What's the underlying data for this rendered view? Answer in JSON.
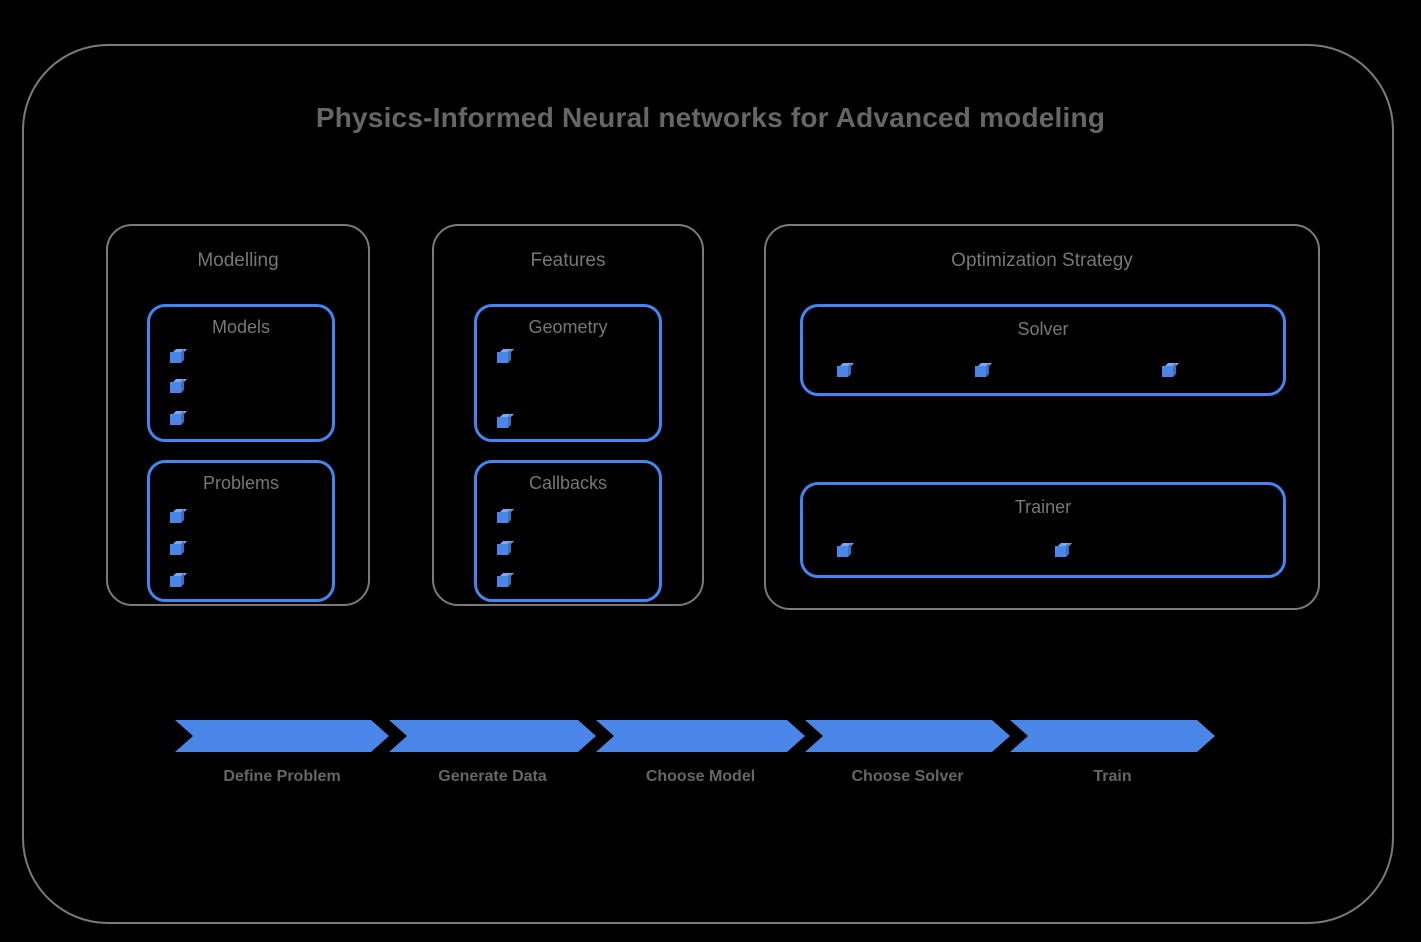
{
  "diagram": {
    "title": "Physics-Informed Neural networks for Advanced modeling",
    "colors": {
      "background": "#000000",
      "frame_border": "#7a7a7a",
      "accent_blue": "#4285f4",
      "arrow_blue": "#4a86e8",
      "title_text": "#666666",
      "label_text": "#777777"
    }
  },
  "groups": [
    {
      "title": "Modelling",
      "boxes": [
        {
          "title": "Models",
          "bullet_count": 3,
          "bullet_layout": "vertical"
        },
        {
          "title": "Problems",
          "bullet_count": 3,
          "bullet_layout": "vertical"
        }
      ]
    },
    {
      "title": "Features",
      "boxes": [
        {
          "title": "Geometry",
          "bullet_count": 2,
          "bullet_layout": "vertical"
        },
        {
          "title": "Callbacks",
          "bullet_count": 3,
          "bullet_layout": "vertical"
        }
      ]
    },
    {
      "title": "Optimization Strategy",
      "boxes": [
        {
          "title": "Solver",
          "bullet_count": 3,
          "bullet_layout": "horizontal"
        },
        {
          "title": "Trainer",
          "bullet_count": 2,
          "bullet_layout": "horizontal"
        }
      ]
    }
  ],
  "pipeline": {
    "steps": [
      {
        "label": "Define Problem"
      },
      {
        "label": "Generate Data"
      },
      {
        "label": "Choose Model"
      },
      {
        "label": "Choose Solver"
      },
      {
        "label": "Train"
      }
    ]
  }
}
